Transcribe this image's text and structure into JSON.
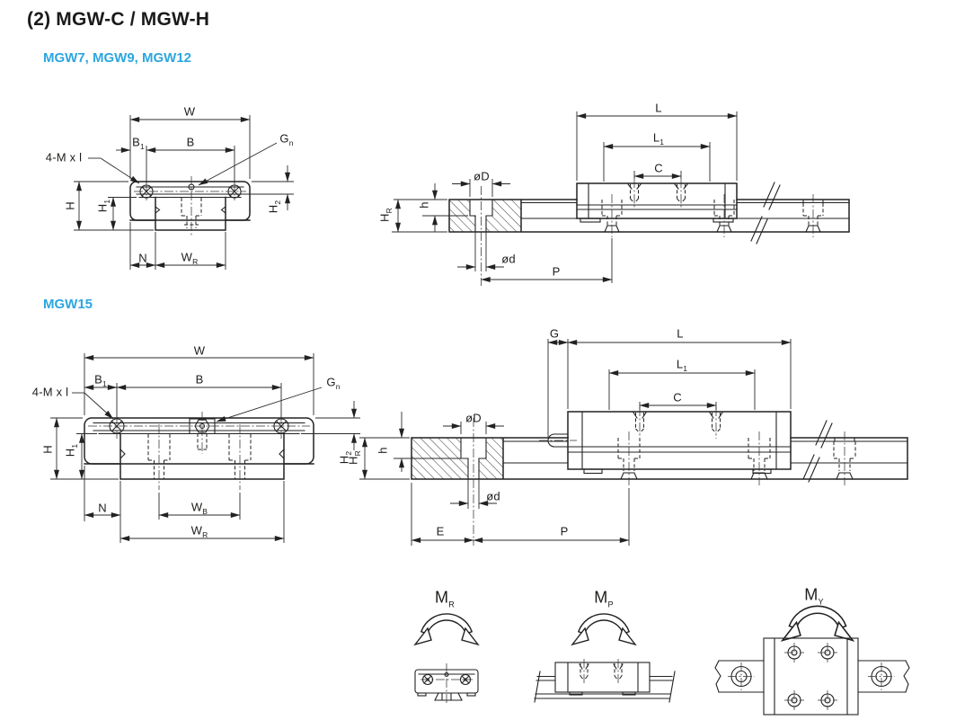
{
  "page": {
    "title": "(2) MGW-C / MGW-H"
  },
  "colors": {
    "accent": "#2CA6DF",
    "line": "#222222"
  },
  "sections": {
    "group1": "MGW7, MGW9, MGW12",
    "group2": "MGW15"
  },
  "dims": {
    "W": {
      "main": "W",
      "sub": ""
    },
    "B1": {
      "main": "B",
      "sub": "1"
    },
    "B": {
      "main": "B",
      "sub": ""
    },
    "Gn": {
      "main": "G",
      "sub": "n"
    },
    "Mxl": {
      "main": "4-M x l",
      "sub": ""
    },
    "H": {
      "main": "H",
      "sub": ""
    },
    "H1": {
      "main": "H",
      "sub": "1"
    },
    "H2": {
      "main": "H",
      "sub": "2"
    },
    "N": {
      "main": "N",
      "sub": ""
    },
    "WR": {
      "main": "W",
      "sub": "R"
    },
    "WB": {
      "main": "W",
      "sub": "B"
    },
    "L": {
      "main": "L",
      "sub": ""
    },
    "L1": {
      "main": "L",
      "sub": "1"
    },
    "C": {
      "main": "C",
      "sub": ""
    },
    "OD": {
      "main": "øD",
      "sub": ""
    },
    "Od": {
      "main": "ød",
      "sub": ""
    },
    "h": {
      "main": "h",
      "sub": ""
    },
    "HR": {
      "main": "H",
      "sub": "R"
    },
    "P": {
      "main": "P",
      "sub": ""
    },
    "G": {
      "main": "G",
      "sub": ""
    },
    "E": {
      "main": "E",
      "sub": ""
    }
  },
  "moments": {
    "MR": {
      "main": "M",
      "sub": "R"
    },
    "MP": {
      "main": "M",
      "sub": "P"
    },
    "MY": {
      "main": "M",
      "sub": "Y"
    }
  }
}
